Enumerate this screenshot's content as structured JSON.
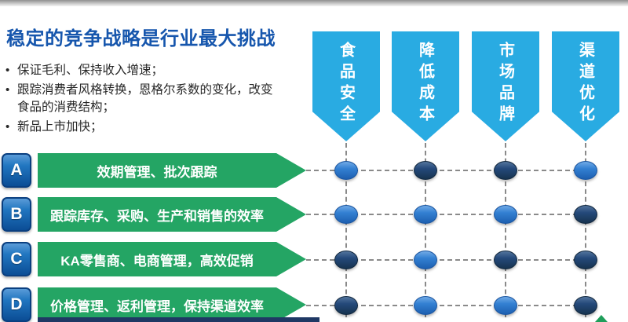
{
  "slide": {
    "title": "稳定的竞争战略是行业最大挑战",
    "bullets": [
      "保证毛利、保持收入增速；",
      "跟踪消费者风格转换，恩格尔系数的变化，改变食品的消费结构；",
      "新品上市加快；"
    ],
    "pennants": [
      {
        "label": "食品安全"
      },
      {
        "label": "降低成本"
      },
      {
        "label": "市场品牌"
      },
      {
        "label": "渠道优化"
      }
    ],
    "rows": [
      {
        "key": "A",
        "label": "效期管理、批次跟踪"
      },
      {
        "key": "B",
        "label": "跟踪库存、采购、生产和销售的效率"
      },
      {
        "key": "C",
        "label": "KA零售商、电商管理，高效促销"
      },
      {
        "key": "D",
        "label": "价格管理、返利管理，保持渠道效率"
      }
    ],
    "matrix": {
      "dot_colors": [
        [
          "bright",
          "dark",
          "dark",
          "bright"
        ],
        [
          "bright",
          "bright",
          "bright",
          "dark"
        ],
        [
          "dark",
          "bright",
          "dark",
          "dark"
        ],
        [
          "dark",
          "bright",
          "bright",
          "dark"
        ]
      ]
    },
    "colors": {
      "title_blue": "#1656ad",
      "pennant_cyan": "#29abe2",
      "arrow_green": "#24a564",
      "badge_blue": "#0b4d95",
      "dot_bright": "#2a74c9",
      "dot_dark": "#1d4066",
      "dash_gray": "#8a8a8a",
      "footer_navy": "#1f3864"
    }
  }
}
